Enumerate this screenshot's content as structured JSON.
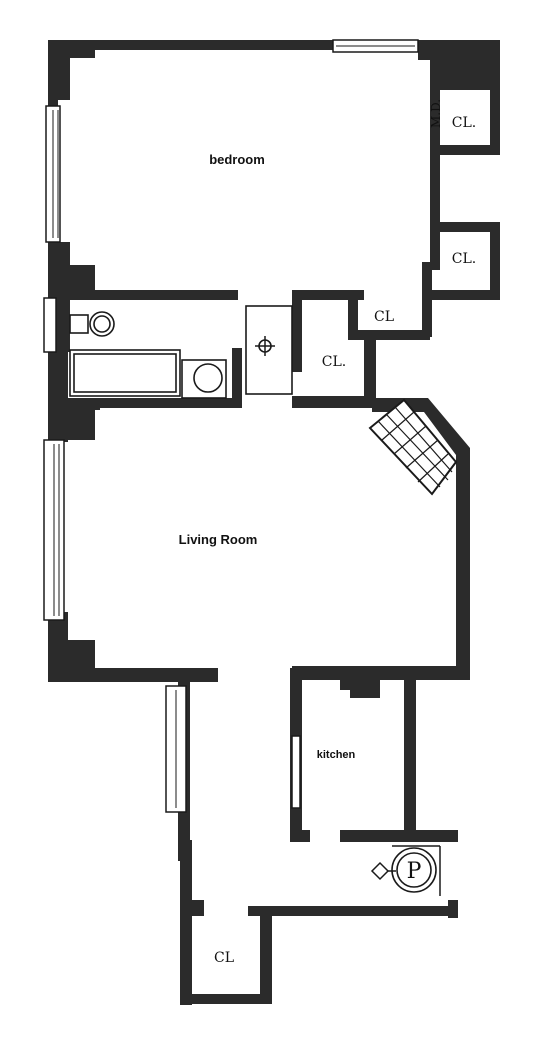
{
  "rooms": {
    "bedroom": "bedroom",
    "living_room": "Living Room",
    "kitchen": "kitchen"
  },
  "closets": {
    "cl_1": "CL.",
    "cl_2": "CL.",
    "cl_3": "CL",
    "cl_4": "CL.",
    "cl_5": "CL"
  },
  "symbols": {
    "md": "M.D.",
    "p": "P"
  }
}
